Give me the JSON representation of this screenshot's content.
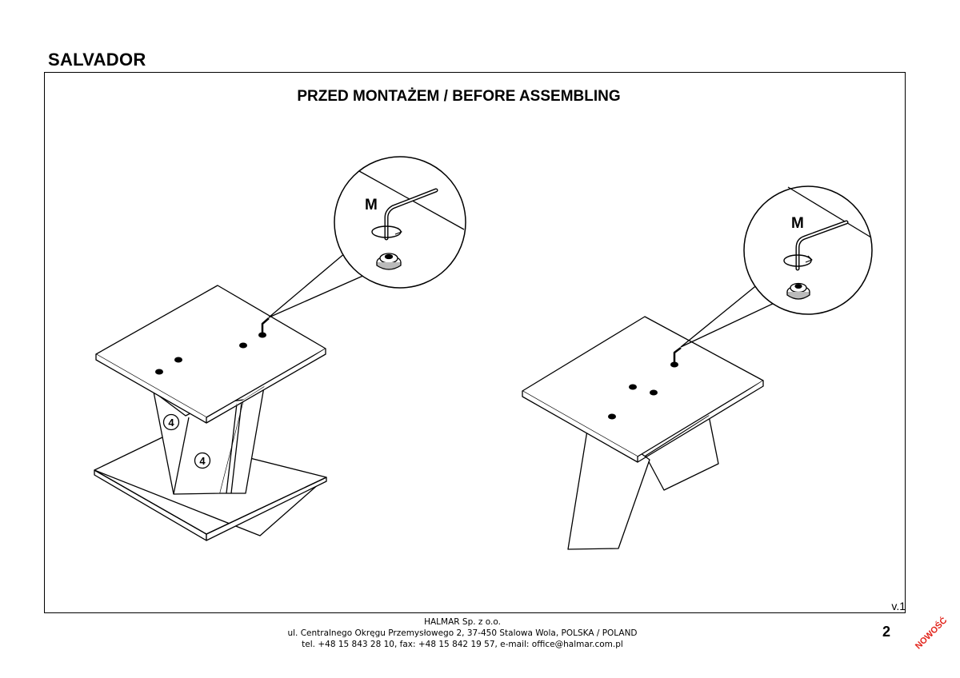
{
  "document": {
    "product_name": "SALVADOR",
    "section_title": "PRZED MONTAŻEM / BEFORE ASSEMBLING",
    "version": "v.1",
    "page_number": "2",
    "badge": "NOWOŚĆ"
  },
  "illustration": {
    "tool_label": "M",
    "part_number": "4"
  },
  "footer": {
    "company": "HALMAR Sp. z o.o.",
    "address": "ul. Centralnego Okręgu Przemysłowego 2, 37-450 Stalowa Wola, POLSKA / POLAND",
    "contact": "tel. +48 15 843 28 10, fax: +48 15 842 19 57, e-mail: office@halmar.com.pl"
  }
}
